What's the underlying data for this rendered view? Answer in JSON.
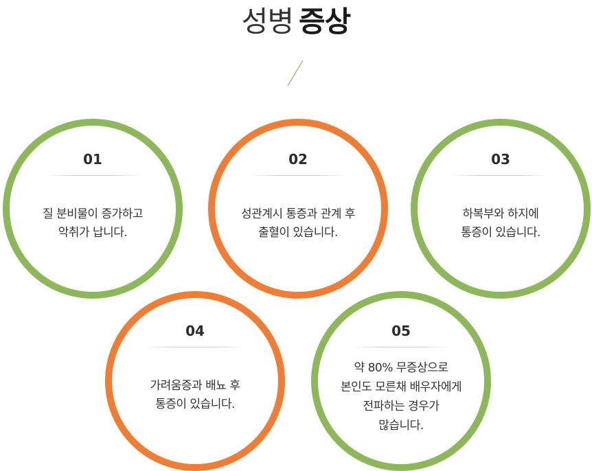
{
  "header": {
    "title_light": "성병",
    "title_bold": "증상"
  },
  "colors": {
    "green": "#8db85a",
    "orange": "#f07d33"
  },
  "symptoms": [
    {
      "number": "01",
      "color": "green",
      "lines": [
        "질 분비물이 증가하고",
        "악취가 납니다."
      ]
    },
    {
      "number": "02",
      "color": "orange",
      "lines": [
        "성관계시 통증과 관계 후",
        "출혈이 있습니다."
      ]
    },
    {
      "number": "03",
      "color": "green",
      "lines": [
        "하복부와 하지에",
        "통증이 있습니다."
      ]
    },
    {
      "number": "04",
      "color": "orange",
      "lines": [
        "가려움증과 배뇨 후",
        "통증이 있습니다."
      ]
    },
    {
      "number": "05",
      "color": "green",
      "lines": [
        "약 80% 무증상으로",
        "본인도 모른채 배우자에게",
        "전파하는 경우가",
        "많습니다."
      ]
    }
  ]
}
